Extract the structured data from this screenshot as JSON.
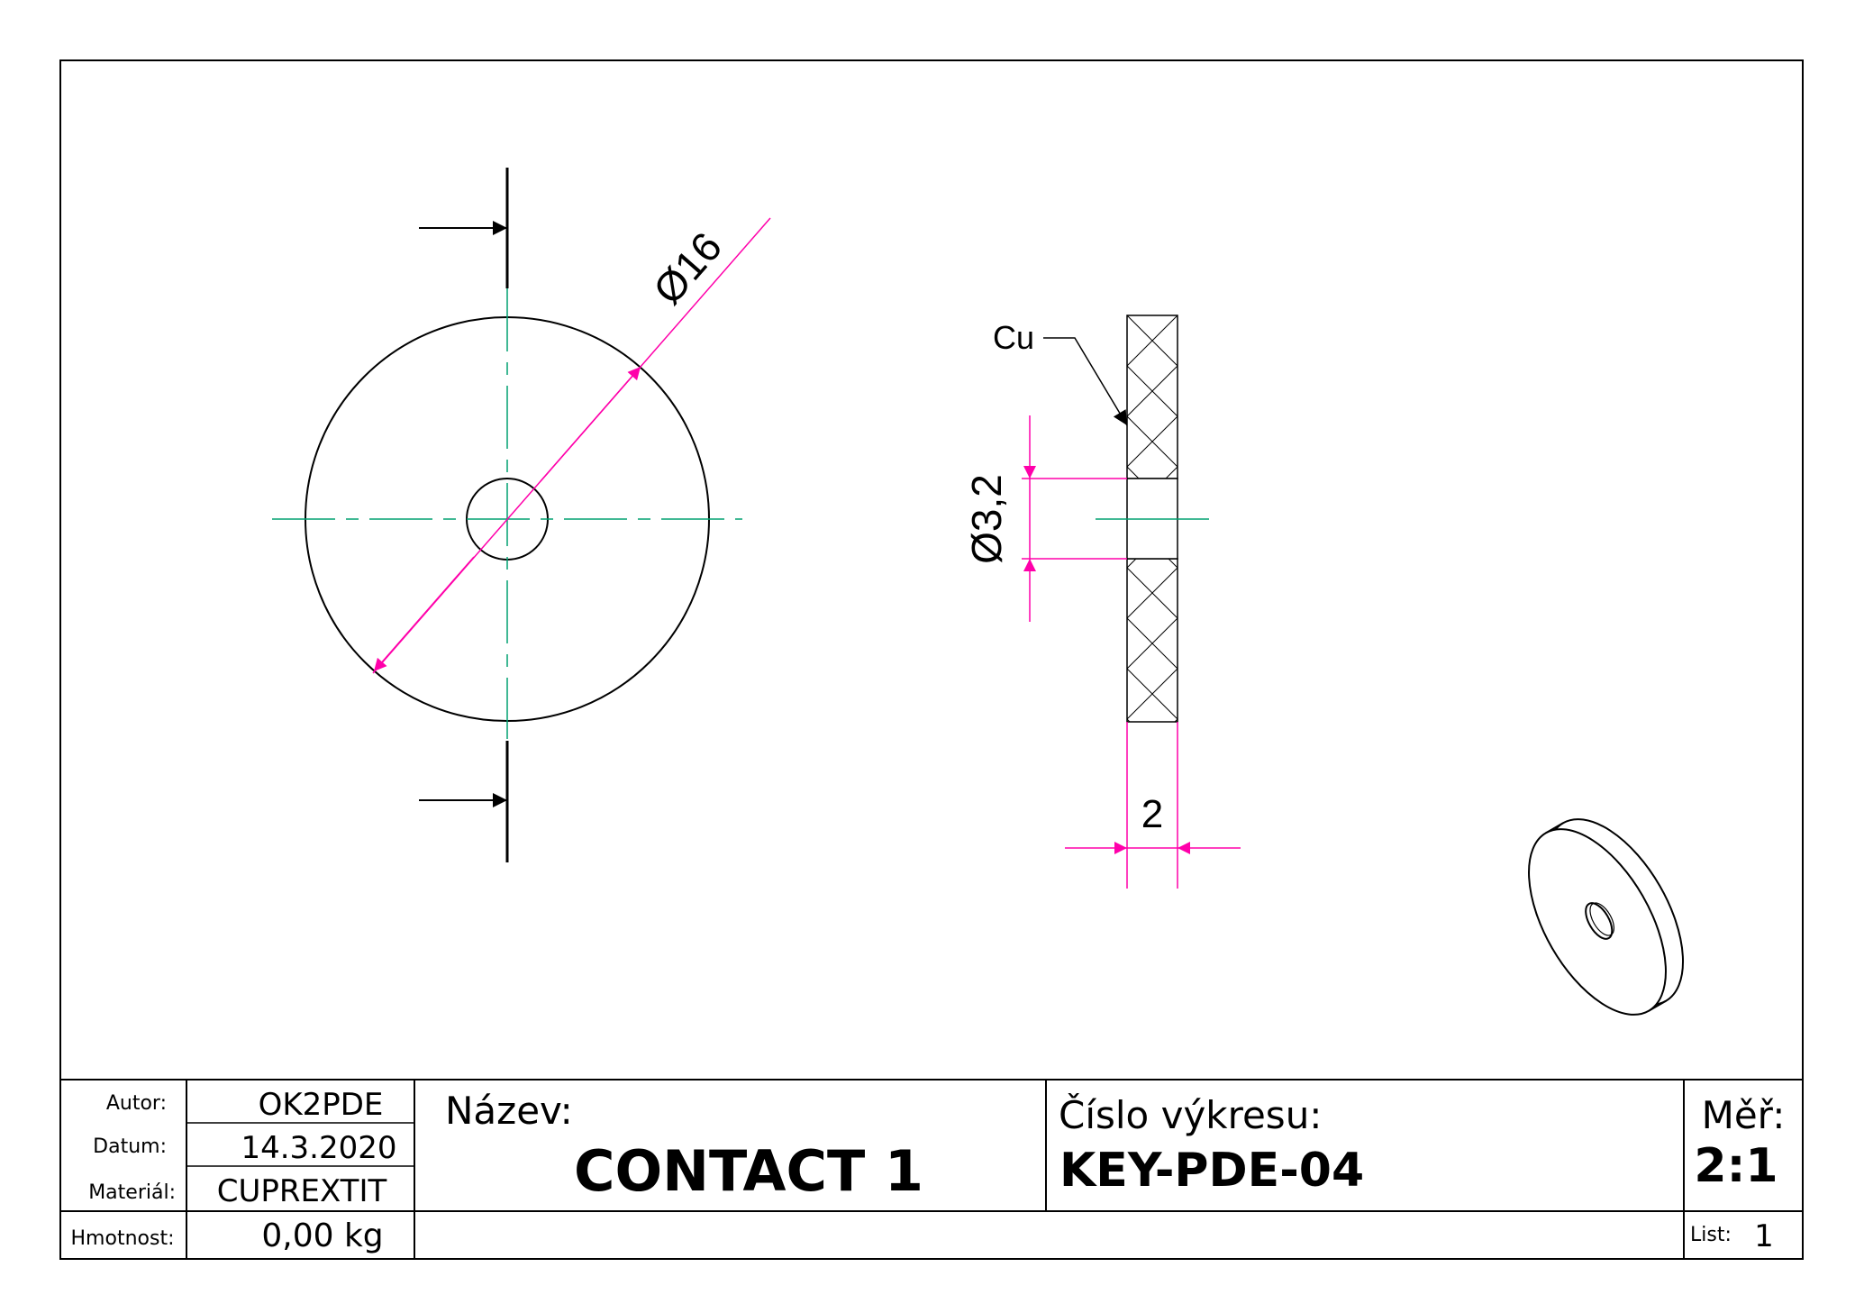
{
  "drawing": {
    "outer_diameter_label": "Ø16",
    "hole_diameter_label": "Ø3,2",
    "thickness_label": "2",
    "material_callout": "Cu"
  },
  "title_block": {
    "author_label": "Autor:",
    "author_value": "OK2PDE",
    "date_label": "Datum:",
    "date_value": "14.3.2020",
    "material_label": "Materiál:",
    "material_value": "CUPREXTIT",
    "mass_label": "Hmotnost:",
    "mass_value": "0,00 kg",
    "name_label": "Název:",
    "name_value": "CONTACT 1",
    "drawing_number_label": "Číslo výkresu:",
    "drawing_number_value": "KEY-PDE-04",
    "scale_label": "Měř:",
    "scale_value": "2:1",
    "sheet_label": "List:",
    "sheet_value": "1"
  },
  "colors": {
    "dimension": "#ff00aa",
    "centerline": "#00a070",
    "outline": "#000000"
  }
}
